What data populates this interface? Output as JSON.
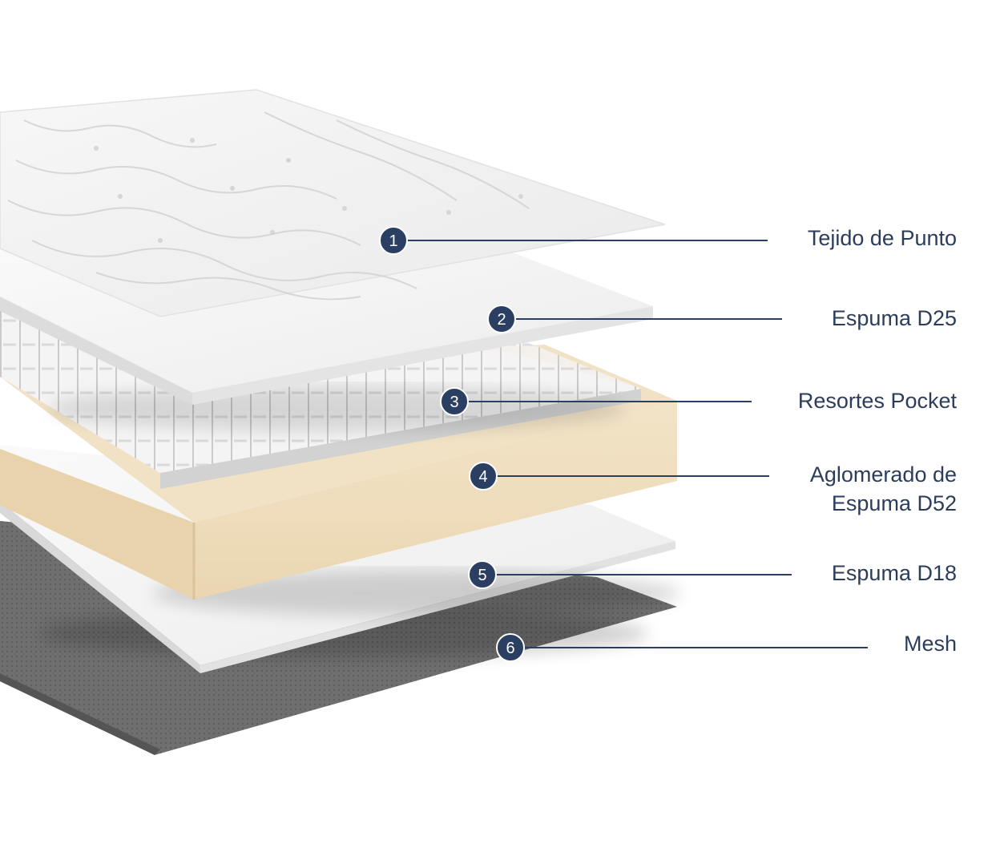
{
  "colors": {
    "accent": "#2b3f62",
    "label_text": "#2c3d5c",
    "foam": "#f2f2f2",
    "agglomerate": "#f1e0c2",
    "mesh": "#6e6e6e"
  },
  "layers": [
    {
      "number": "1",
      "label_lines": [
        "Tejido de Punto"
      ]
    },
    {
      "number": "2",
      "label_lines": [
        "Espuma D25"
      ]
    },
    {
      "number": "3",
      "label_lines": [
        "Resortes Pocket"
      ]
    },
    {
      "number": "4",
      "label_lines": [
        "Aglomerado de",
        "Espuma D52"
      ]
    },
    {
      "number": "5",
      "label_lines": [
        "Espuma D18"
      ]
    },
    {
      "number": "6",
      "label_lines": [
        "Mesh"
      ]
    }
  ]
}
